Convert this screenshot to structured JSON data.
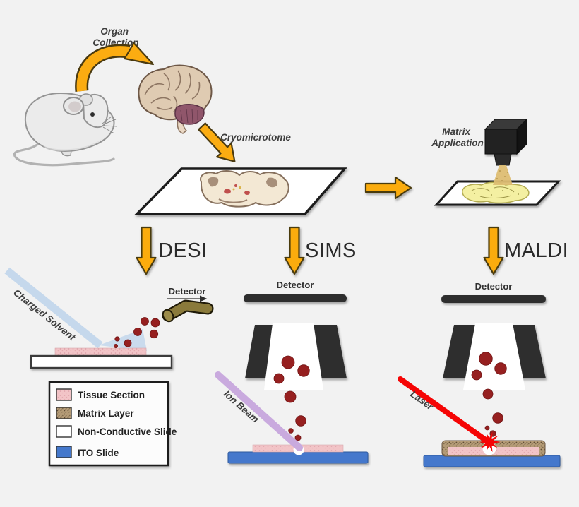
{
  "labels": {
    "organ_line1": "Organ",
    "organ_line2": "Collection",
    "cryomicrotome": "Cryomicrotome",
    "matrix_line1": "Matrix",
    "matrix_line2": "Application",
    "desi": "DESI",
    "sims": "SIMS",
    "maldi": "MALDI",
    "detector": "Detector",
    "charged_solvent": "Charged Solvent",
    "ion_beam": "Ion Beam",
    "laser": "Laser"
  },
  "legend": {
    "items": [
      {
        "label": "Tissue Section",
        "color": "#f2c4c7"
      },
      {
        "label": "Matrix Layer",
        "color": "#b59c77"
      },
      {
        "label": "Non-Conductive Slide",
        "color": "#ffffff"
      },
      {
        "label": "ITO Slide",
        "color": "#4478cc"
      }
    ]
  },
  "palette": {
    "background": "#f2f2f2",
    "arrow_orange": "#fbac11",
    "arrow_outline": "#4a3a10",
    "droplet_red": "#962020",
    "laser_red": "#f50505",
    "ion_beam_purple": "#c9aade",
    "solvent_blue": "#c5d8ec",
    "tissue_pink": "#f2c4c7",
    "matrix_brown": "#b59c77",
    "ito_blue": "#4478cc",
    "detector_dark": "#2e2e2e",
    "tube_olive": "#8a7a3b"
  }
}
